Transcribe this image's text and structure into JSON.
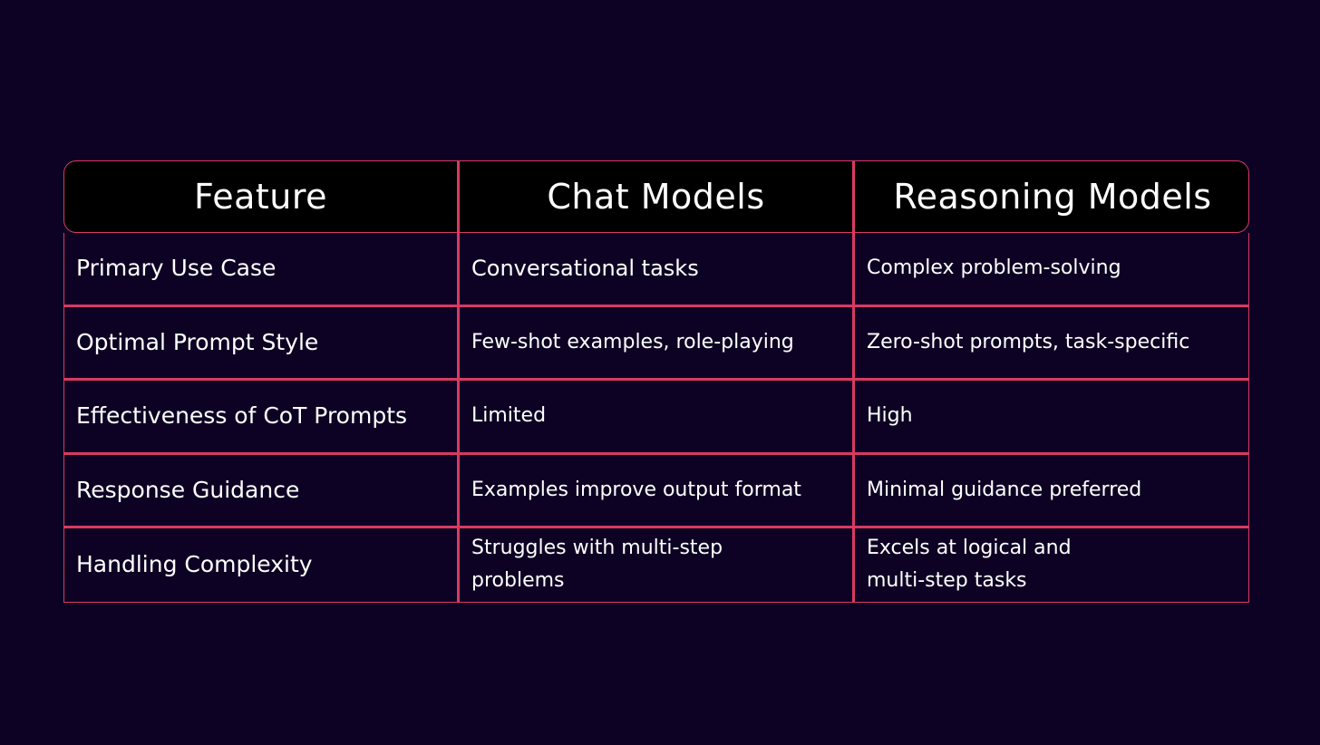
{
  "table": {
    "headers": [
      "Feature",
      "Chat Models",
      "Reasoning Models"
    ],
    "rows": [
      {
        "feature": "Primary Use Case",
        "chat": "Conversational tasks",
        "reasoning": "Complex problem-solving"
      },
      {
        "feature": "Optimal Prompt Style",
        "chat": "Few-shot examples, role-playing",
        "reasoning": "Zero-shot prompts, task-specific"
      },
      {
        "feature": "Effectiveness of CoT Prompts",
        "chat": "Limited",
        "reasoning": "High"
      },
      {
        "feature": "Response Guidance",
        "chat": "Examples improve output format",
        "reasoning": "Minimal guidance preferred"
      },
      {
        "feature": "Handling Complexity",
        "chat": "Struggles with multi-step problems",
        "reasoning": "Excels at logical and multi-step tasks"
      }
    ]
  },
  "colors": {
    "background": "#0e0224",
    "header_background": "#000000",
    "border": "#d93a63",
    "text": "#ffffff"
  }
}
